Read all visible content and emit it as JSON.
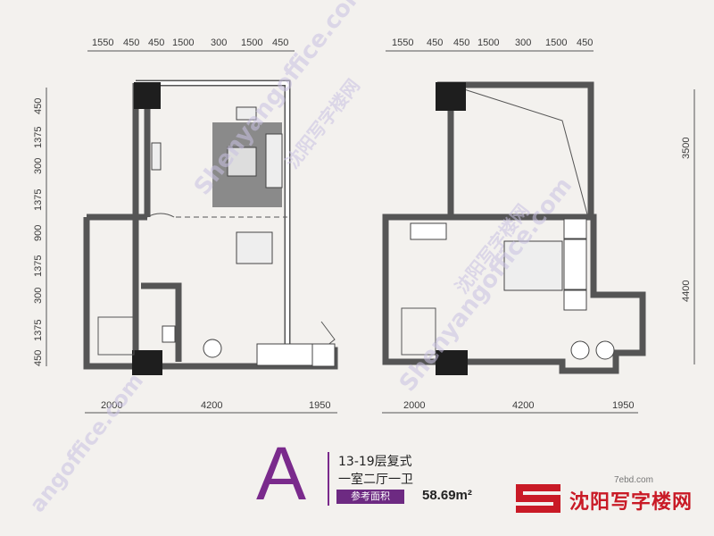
{
  "plan_left": {
    "top_dims": [
      "1550",
      "450",
      "450",
      "1500",
      "300",
      "1500",
      "450"
    ],
    "left_dims": [
      "450",
      "1375",
      "300",
      "1375",
      "900",
      "1375",
      "300",
      "1375",
      "450"
    ],
    "bottom_dims": [
      "2000",
      "4200",
      "1950"
    ]
  },
  "plan_right": {
    "top_dims": [
      "1550",
      "450",
      "450",
      "1500",
      "300",
      "1500",
      "450"
    ],
    "right_dims": [
      "3500",
      "4400"
    ],
    "bottom_dims": [
      "2000",
      "4200",
      "1950"
    ]
  },
  "info": {
    "type_letter": "A",
    "floors": "13-19层复式",
    "layout": "一室二厅一卫",
    "area_label": "参考面积",
    "area_value": "58.69m²"
  },
  "brand": {
    "name": "沈阳写字楼网",
    "site_tag": "7ebd.com",
    "color": "#c91a26"
  },
  "watermark": {
    "site": "Shenyangoffice.com",
    "cn": "沈阳写字楼网",
    "partial": "angoffice.com"
  }
}
